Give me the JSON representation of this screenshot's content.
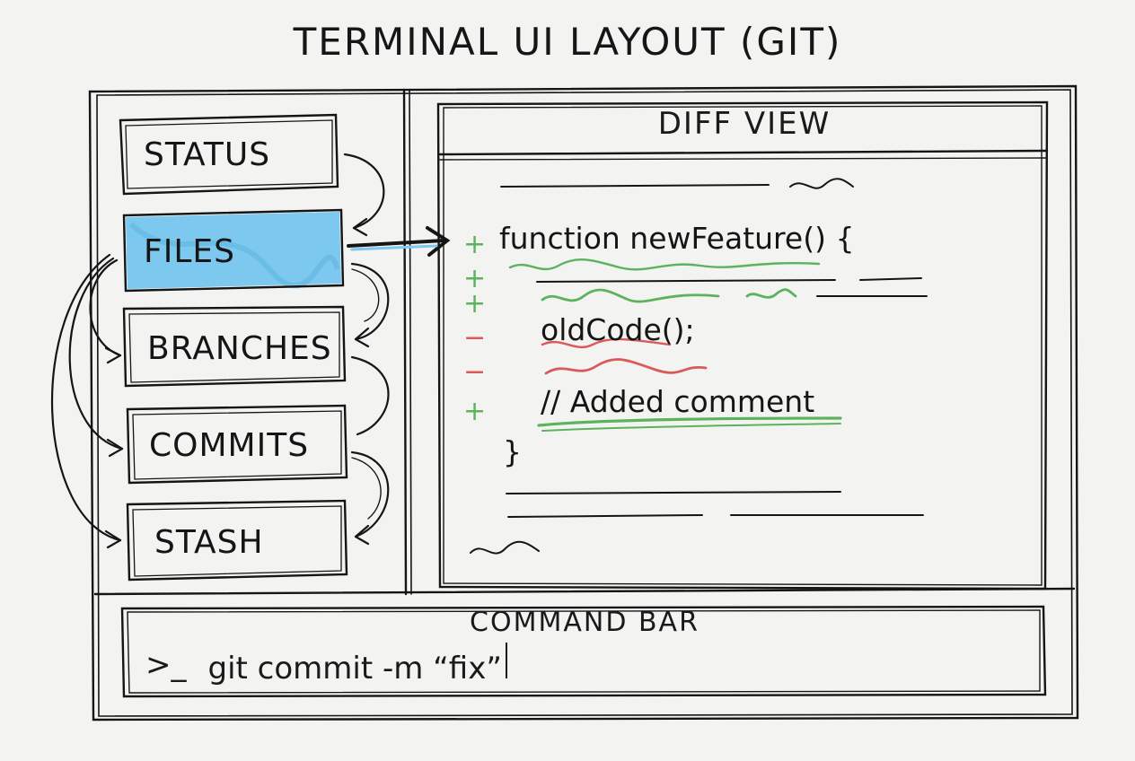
{
  "title": "TERMINAL UI LAYOUT (GIT)",
  "sidebar": {
    "items": [
      {
        "label": "STATUS",
        "selected": false
      },
      {
        "label": "FILES",
        "selected": true
      },
      {
        "label": "BRANCHES",
        "selected": false
      },
      {
        "label": "COMMITS",
        "selected": false
      },
      {
        "label": "STASH",
        "selected": false
      }
    ]
  },
  "diff": {
    "title": "DIFF VIEW",
    "lines": [
      {
        "sign": "+",
        "text": "function newFeature() {"
      },
      {
        "sign": "+",
        "text": ""
      },
      {
        "sign": "+",
        "text": ""
      },
      {
        "sign": "-",
        "text": "oldCode();"
      },
      {
        "sign": "-",
        "text": ""
      },
      {
        "sign": "+",
        "text": "// Added comment"
      },
      {
        "sign": "",
        "text": "}"
      }
    ]
  },
  "command_bar": {
    "title": "COMMAND BAR",
    "prompt": ">_",
    "command": "git commit -m “fix”"
  },
  "colors": {
    "highlight": "#7cc8ee",
    "added": "#5db35d",
    "removed": "#d95a5a",
    "ink": "#151515"
  }
}
